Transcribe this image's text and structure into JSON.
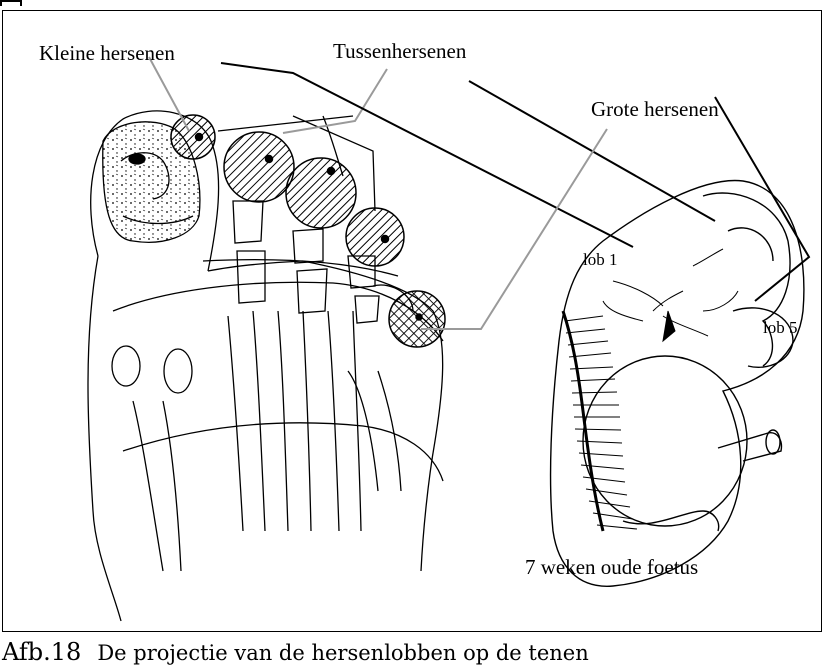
{
  "labels": {
    "kleine": "Kleine hersenen",
    "tussen": "Tussenhersenen",
    "grote": "Grote hersenen",
    "lob1": "lob 1",
    "lob5": "lob 5",
    "foetus": "7 weken oude foetus"
  },
  "caption": {
    "number": "Afb.18",
    "text": "De projectie van de hersenlobben op de tenen"
  },
  "colors": {
    "ink": "#000000",
    "leader_gray": "#9a9a9a",
    "background": "#ffffff"
  }
}
